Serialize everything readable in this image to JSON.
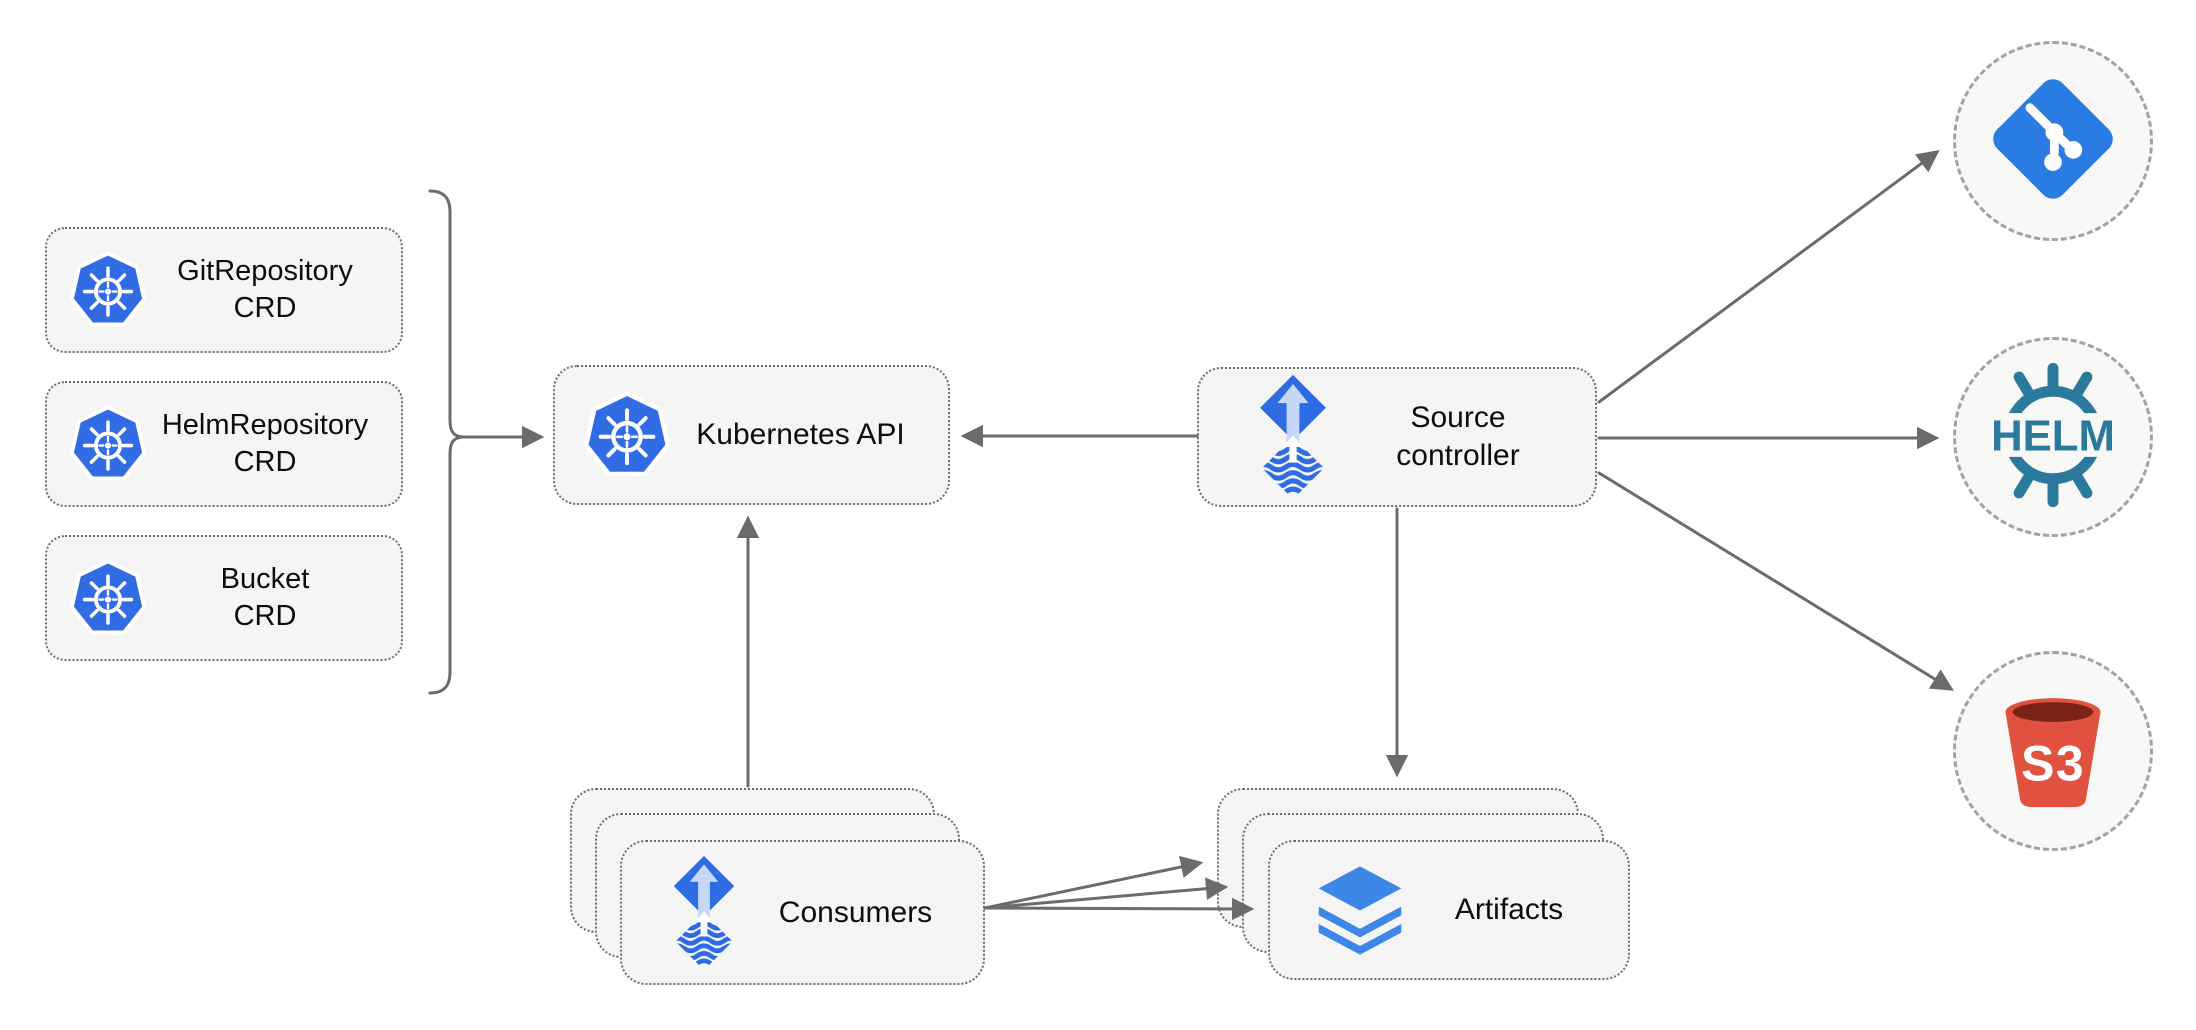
{
  "diagram": {
    "crd_boxes": [
      {
        "line1": "GitRepository",
        "line2": "CRD",
        "icon": "kubernetes-icon"
      },
      {
        "line1": "HelmRepository",
        "line2": "CRD",
        "icon": "kubernetes-icon"
      },
      {
        "line1": "Bucket",
        "line2": "CRD",
        "icon": "kubernetes-icon"
      }
    ],
    "kubernetes_api": {
      "label": "Kubernetes API",
      "icon": "kubernetes-icon"
    },
    "source_controller": {
      "line1": "Source",
      "line2": "controller",
      "icon": "flux-icon"
    },
    "consumers": {
      "label": "Consumers",
      "icon": "flux-icon"
    },
    "artifacts": {
      "label": "Artifacts",
      "icon": "layers-icon"
    },
    "external_sources": {
      "git": {
        "icon": "git-icon"
      },
      "helm": {
        "icon": "helm-icon",
        "label": "HELM"
      },
      "s3": {
        "icon": "s3-icon",
        "label": "S3"
      }
    },
    "colors": {
      "kubernetes_blue": "#326ce5",
      "flux_blue": "#2e6ce4",
      "flux_arrow_light": "#c5d8f7",
      "layers_blue": "#3d87e8",
      "git_blue": "#2b7ce2",
      "helm_teal": "#2b7a9d",
      "s3_red": "#e0523f",
      "s3_dark_red": "#7b2416",
      "arrow_gray": "#6b6b6b",
      "node_background": "#f5f5f5",
      "circle_background": "#f8f8f6"
    }
  }
}
